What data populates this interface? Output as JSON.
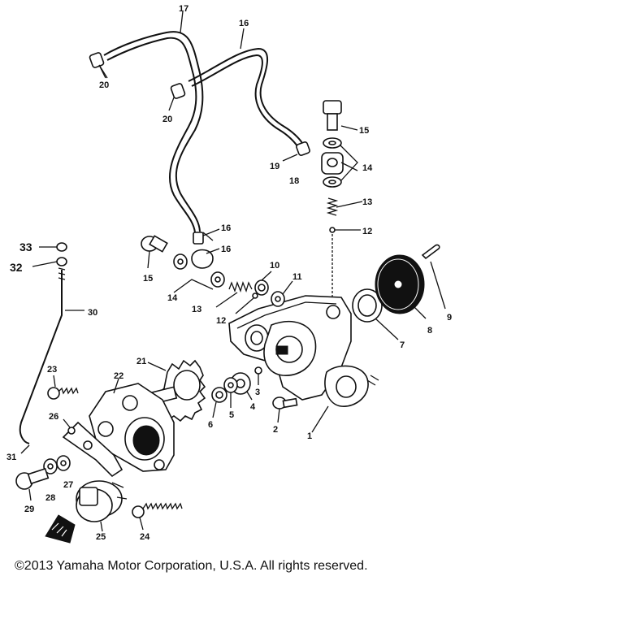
{
  "callouts": [
    {
      "id": "c1",
      "text": "1"
    },
    {
      "id": "c2",
      "text": "2"
    },
    {
      "id": "c3",
      "text": "3"
    },
    {
      "id": "c4",
      "text": "4"
    },
    {
      "id": "c5",
      "text": "5"
    },
    {
      "id": "c6",
      "text": "6"
    },
    {
      "id": "c7",
      "text": "7"
    },
    {
      "id": "c8",
      "text": "8"
    },
    {
      "id": "c9",
      "text": "9"
    },
    {
      "id": "c10",
      "text": "10"
    },
    {
      "id": "c11",
      "text": "11"
    },
    {
      "id": "c12a",
      "text": "12"
    },
    {
      "id": "c12b",
      "text": "12"
    },
    {
      "id": "c13a",
      "text": "13"
    },
    {
      "id": "c13b",
      "text": "13"
    },
    {
      "id": "c14a",
      "text": "14"
    },
    {
      "id": "c14b",
      "text": "14"
    },
    {
      "id": "c15a",
      "text": "15"
    },
    {
      "id": "c15b",
      "text": "15"
    },
    {
      "id": "c16a",
      "text": "16"
    },
    {
      "id": "c16b",
      "text": "16"
    },
    {
      "id": "c16c",
      "text": "16"
    },
    {
      "id": "c17",
      "text": "17"
    },
    {
      "id": "c18",
      "text": "18"
    },
    {
      "id": "c19",
      "text": "19"
    },
    {
      "id": "c20a",
      "text": "20"
    },
    {
      "id": "c20b",
      "text": "20"
    },
    {
      "id": "c21",
      "text": "21"
    },
    {
      "id": "c22",
      "text": "22"
    },
    {
      "id": "c23",
      "text": "23"
    },
    {
      "id": "c24",
      "text": "24"
    },
    {
      "id": "c25",
      "text": "25"
    },
    {
      "id": "c26",
      "text": "26"
    },
    {
      "id": "c27",
      "text": "27"
    },
    {
      "id": "c28",
      "text": "28"
    },
    {
      "id": "c29",
      "text": "29"
    },
    {
      "id": "c30",
      "text": "30"
    },
    {
      "id": "c31",
      "text": "31"
    },
    {
      "id": "c32",
      "text": "32"
    },
    {
      "id": "c33",
      "text": "33"
    }
  ],
  "copyright": "©2013 Yamaha Motor Corporation, U.S.A. All rights reserved."
}
